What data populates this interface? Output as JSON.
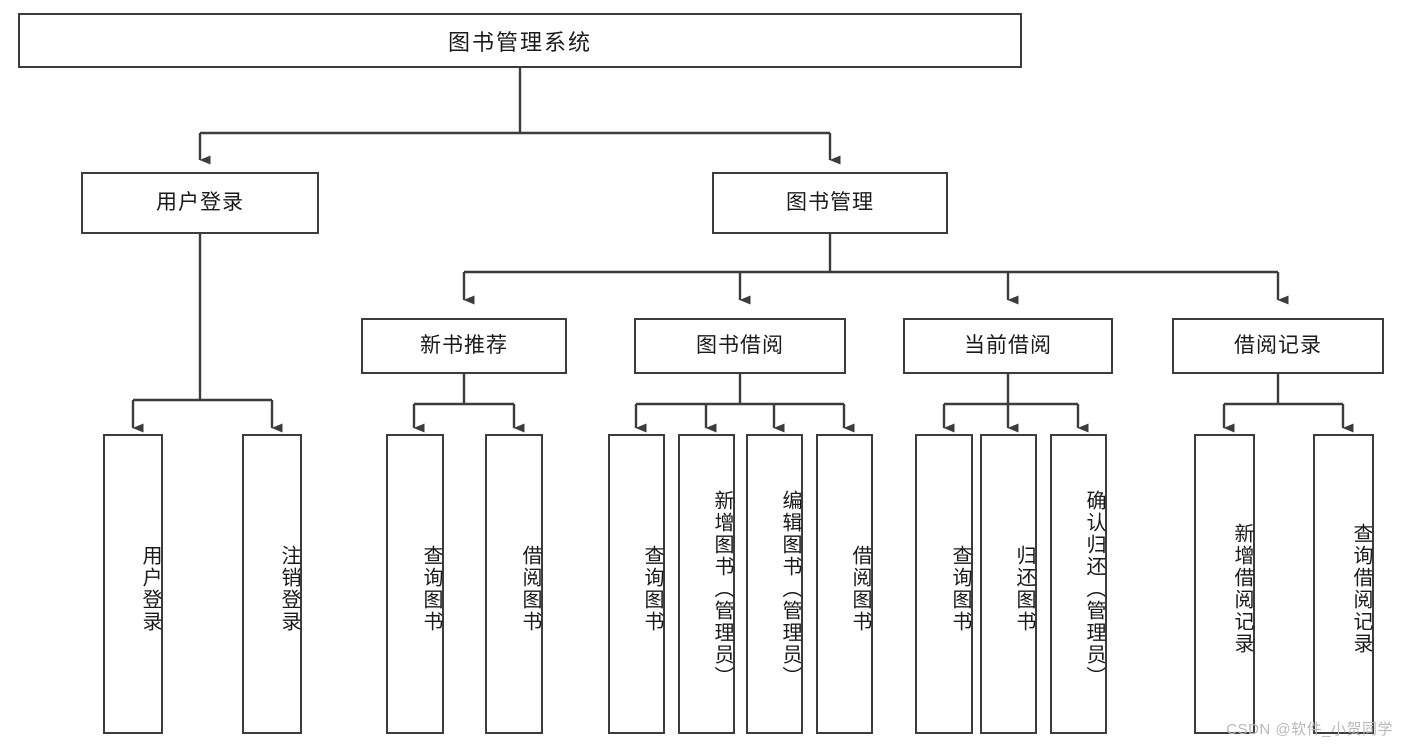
{
  "diagram": {
    "title": "图书管理系统",
    "type": "tree-hierarchy-chart",
    "colors": {
      "box_border": "#3c3c3c",
      "background": "#ffffff",
      "text": "#1a1a1a",
      "watermark": "#b9b9b9"
    },
    "root": {
      "label": "图书管理系统"
    },
    "level2": [
      {
        "label": "用户登录"
      },
      {
        "label": "图书管理"
      }
    ],
    "level3": [
      {
        "label": "新书推荐"
      },
      {
        "label": "图书借阅"
      },
      {
        "label": "当前借阅"
      },
      {
        "label": "借阅记录"
      }
    ],
    "leaves": [
      {
        "label": "用户登录",
        "parent": "用户登录"
      },
      {
        "label": "注销登录",
        "parent": "用户登录"
      },
      {
        "label": "查询图书",
        "parent": "新书推荐"
      },
      {
        "label": "借阅图书",
        "parent": "新书推荐"
      },
      {
        "label": "查询图书",
        "parent": "图书借阅"
      },
      {
        "label": "新增图书（管理员）",
        "parent": "图书借阅"
      },
      {
        "label": "编辑图书（管理员）",
        "parent": "图书借阅"
      },
      {
        "label": "借阅图书",
        "parent": "图书借阅"
      },
      {
        "label": "查询图书",
        "parent": "当前借阅"
      },
      {
        "label": "归还图书",
        "parent": "当前借阅"
      },
      {
        "label": "确认归还（管理员）",
        "parent": "当前借阅"
      },
      {
        "label": "新增借阅记录",
        "parent": "借阅记录"
      },
      {
        "label": "查询借阅记录",
        "parent": "借阅记录"
      }
    ],
    "watermark": "CSDN @软件_小贺同学"
  }
}
